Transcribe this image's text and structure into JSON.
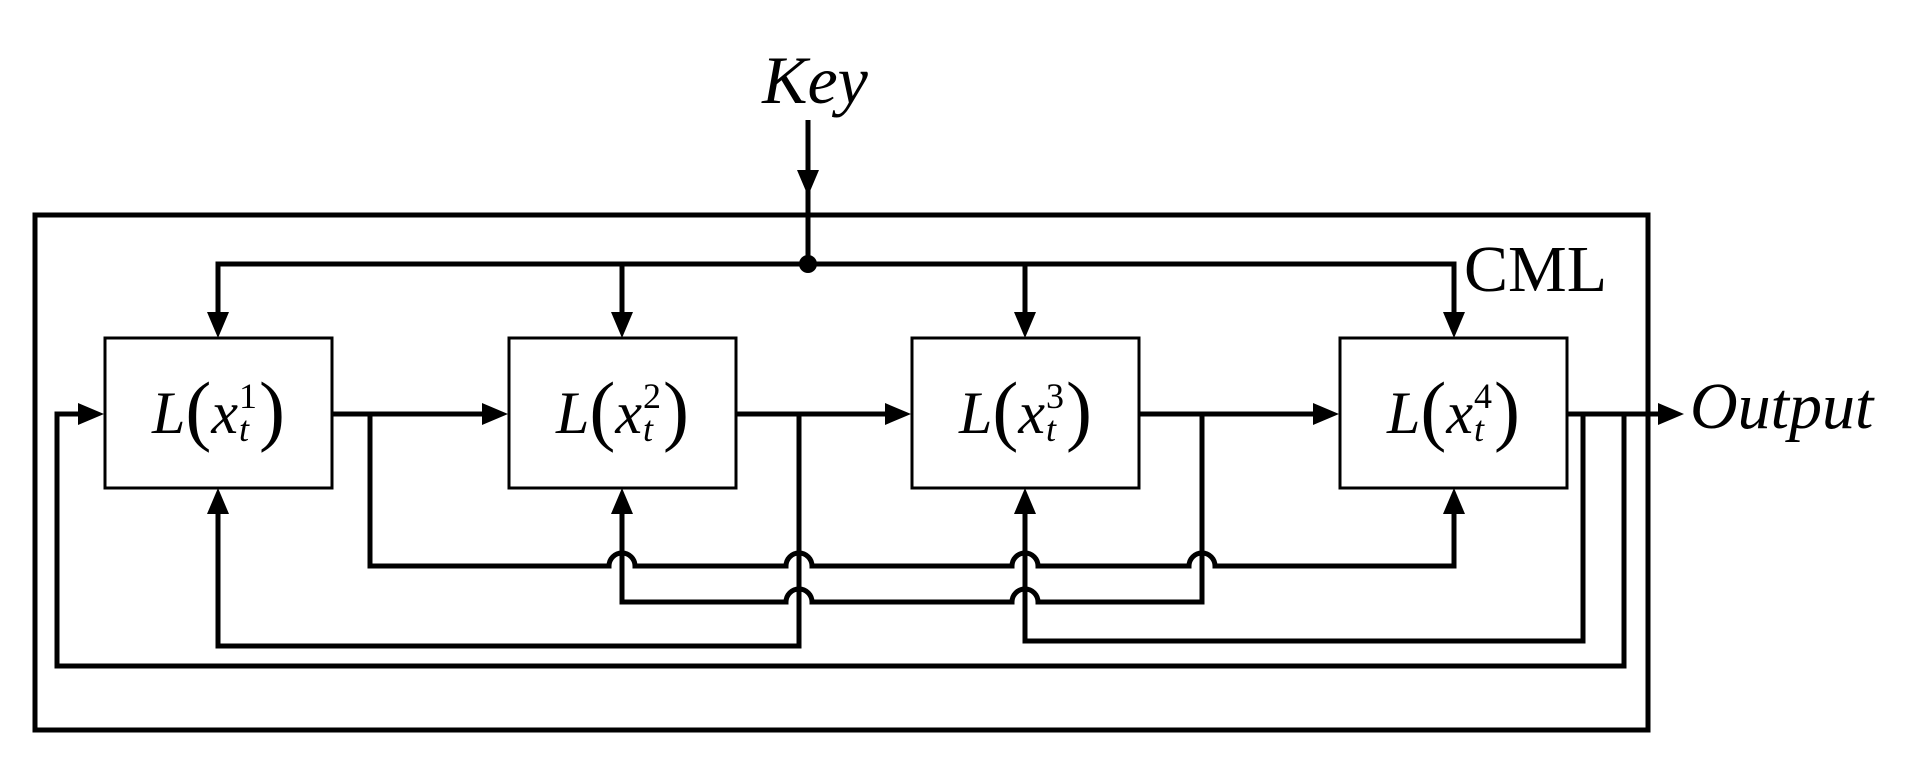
{
  "labels": {
    "key": "Key",
    "system": "CML",
    "output": "Output"
  },
  "lattices": [
    {
      "func": "L",
      "open": "(",
      "var": "x",
      "sup": "1",
      "sub": "t",
      "close": ")"
    },
    {
      "func": "L",
      "open": "(",
      "var": "x",
      "sup": "2",
      "sub": "t",
      "close": ")"
    },
    {
      "func": "L",
      "open": "(",
      "var": "x",
      "sup": "3",
      "sub": "t",
      "close": ")"
    },
    {
      "func": "L",
      "open": "(",
      "var": "x",
      "sup": "4",
      "sub": "t",
      "close": ")"
    }
  ],
  "connections": [
    "Key -> L(x_t^1), L(x_t^2), L(x_t^3), L(x_t^4) (top inputs)",
    "L(x_t^1) -> L(x_t^2) (forward chain)",
    "L(x_t^2) -> L(x_t^3) (forward chain)",
    "L(x_t^3) -> L(x_t^4) (forward chain)",
    "L(x_t^4) -> Output",
    "L(x_t^2) -> L(x_t^1) (bottom feedback)",
    "L(x_t^3) -> L(x_t^2) (bottom feedback)",
    "L(x_t^4) -> L(x_t^3) (bottom feedback)",
    "L(x_t^1) -> L(x_t^4) (bottom feedback)",
    "L(x_t^4) -> L(x_t^1) (wrap-around to left input)"
  ],
  "colors": {
    "line": "#000000",
    "background": "#ffffff"
  }
}
